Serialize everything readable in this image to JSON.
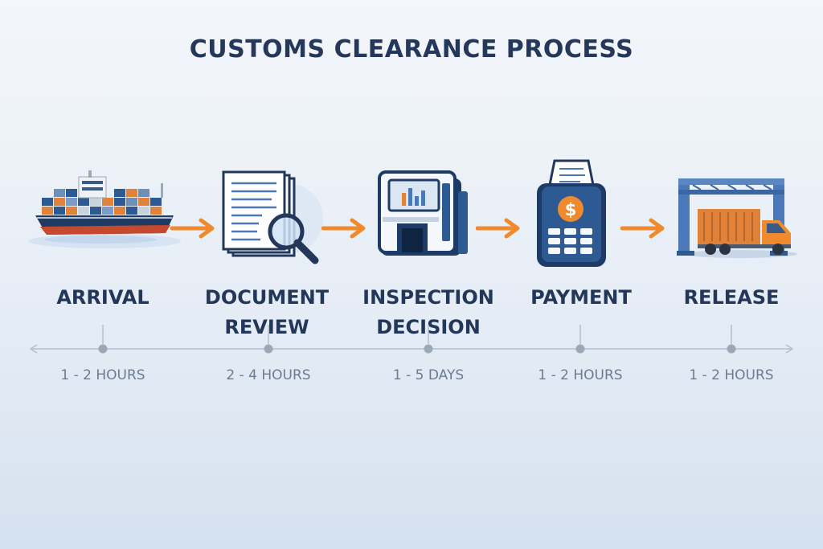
{
  "title": "CUSTOMS CLEARANCE PROCESS",
  "colors": {
    "title": "#23385a",
    "label": "#22375a",
    "duration": "#6b7c92",
    "arrow": "#ef8a2e",
    "navy": "#1e3a66",
    "accent_blue": "#4a78b8",
    "timeline": "#b3bfcd"
  },
  "steps": [
    {
      "id": "arrival",
      "icon": "cargo-ship-icon",
      "label_lines": [
        "ARRIVAL"
      ],
      "duration": "1 - 2 HOURS"
    },
    {
      "id": "document-review",
      "icon": "document-magnifier-icon",
      "label_lines": [
        "DOCUMENT",
        "REVIEW"
      ],
      "duration": "2 - 4 HOURS"
    },
    {
      "id": "inspection-decision",
      "icon": "scanner-machine-icon",
      "label_lines": [
        "INSPECTION",
        "DECISION"
      ],
      "duration": "1 - 5 DAYS"
    },
    {
      "id": "payment",
      "icon": "payment-terminal-icon",
      "label_lines": [
        "PAYMENT"
      ],
      "duration": "1 - 2 HOURS"
    },
    {
      "id": "release",
      "icon": "truck-gate-icon",
      "label_lines": [
        "RELEASE"
      ],
      "duration": "1 - 2 HOURS"
    }
  ]
}
